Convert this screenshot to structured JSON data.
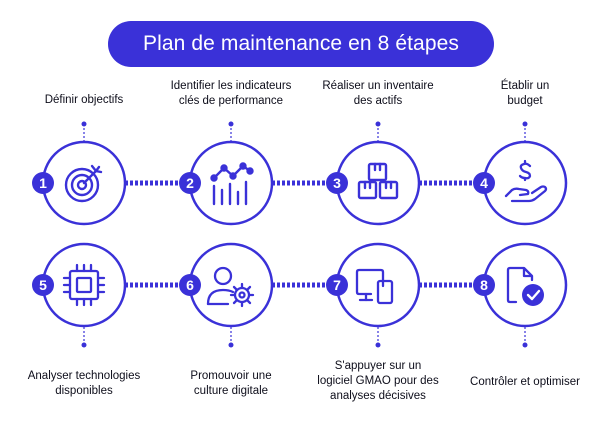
{
  "title": "Plan de maintenance en 8 étapes",
  "accent": "#3a31d8",
  "steps": [
    {
      "number": "1",
      "label": "Définir objectifs",
      "icon": "target-icon"
    },
    {
      "number": "2",
      "label": "Identifier les indicateurs\nclés de performance",
      "icon": "line-chart-icon"
    },
    {
      "number": "3",
      "label": "Réaliser un inventaire\ndes actifs",
      "icon": "boxes-icon"
    },
    {
      "number": "4",
      "label": "Établir un\nbudget",
      "icon": "dollar-hand-icon"
    },
    {
      "number": "5",
      "label": "Analyser technologies\ndisponibles",
      "icon": "chip-icon"
    },
    {
      "number": "6",
      "label": "Promouvoir une\nculture digitale",
      "icon": "user-gear-icon"
    },
    {
      "number": "7",
      "label": "S'appuyer sur un\nlogiciel GMAO pour des\nanalyses décisives",
      "icon": "devices-icon"
    },
    {
      "number": "8",
      "label": "Contrôler et optimiser",
      "icon": "document-check-icon"
    }
  ]
}
